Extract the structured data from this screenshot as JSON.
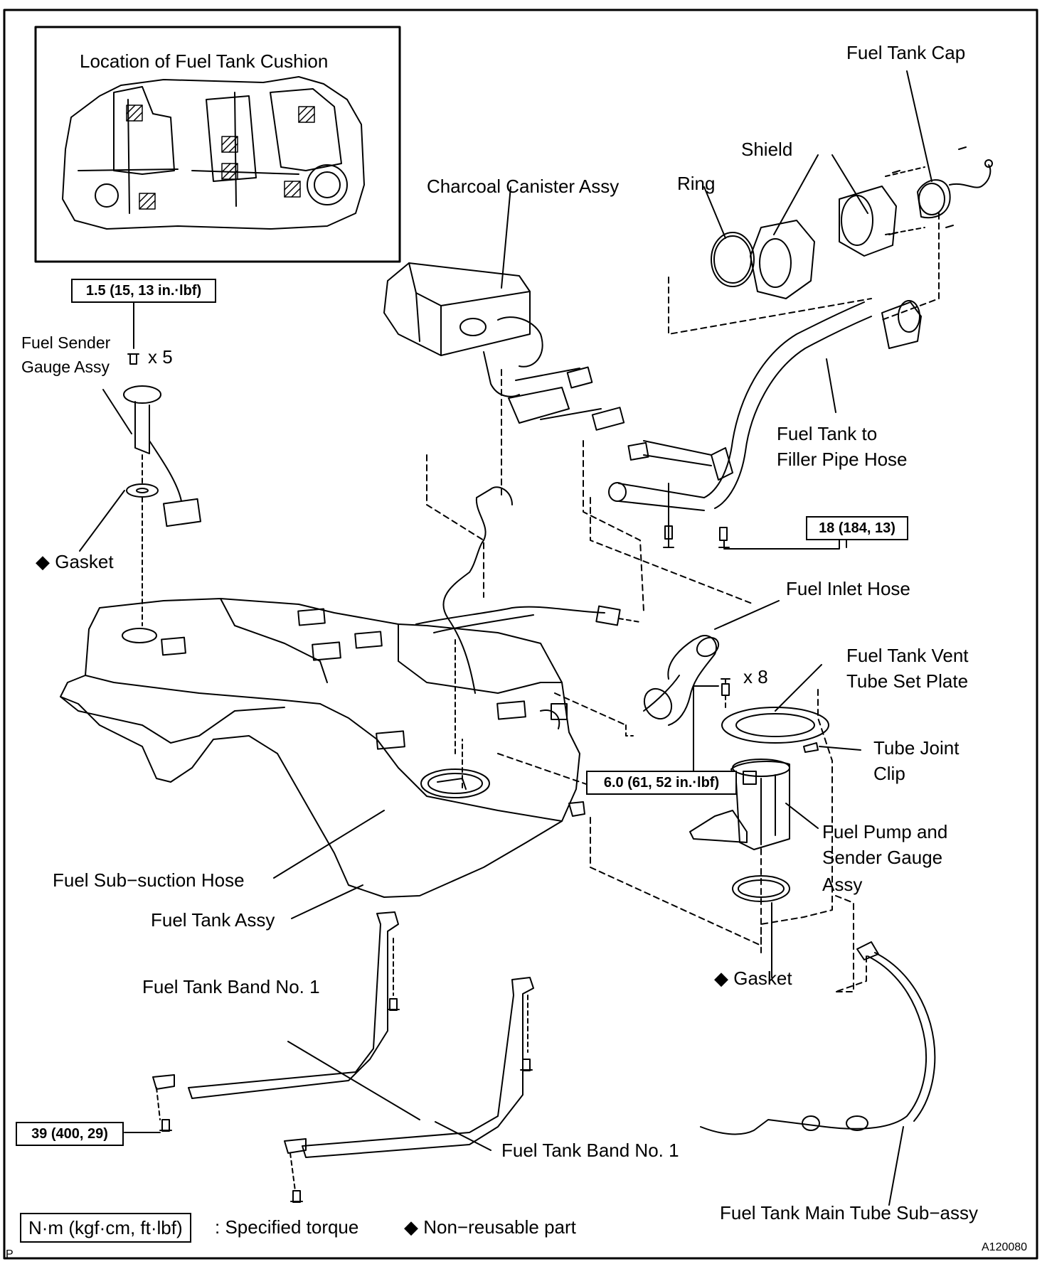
{
  "inset": {
    "title": "Location of Fuel Tank Cushion"
  },
  "labels": {
    "fuel_tank_cap": "Fuel Tank Cap",
    "shield": "Shield",
    "ring": "Ring",
    "charcoal_canister": "Charcoal Canister Assy",
    "fuel_sender_line1": "Fuel Sender",
    "fuel_sender_line2": "Gauge Assy",
    "x5": "x 5",
    "x8": "x 8",
    "gasket_top": "Gasket",
    "gasket_bottom": "Gasket",
    "filler_hose_line1": "Fuel Tank to",
    "filler_hose_line2": "Filler Pipe Hose",
    "fuel_inlet_hose": "Fuel Inlet Hose",
    "vent_plate_line1": "Fuel Tank Vent",
    "vent_plate_line2": "Tube Set Plate",
    "tube_clip_line1": "Tube Joint",
    "tube_clip_line2": "Clip",
    "pump_line1": "Fuel Pump and",
    "pump_line2": "Sender Gauge",
    "pump_line3": "Assy",
    "sub_suction": "Fuel Sub−suction Hose",
    "tank_assy": "Fuel Tank Assy",
    "band1_a": "Fuel Tank Band No. 1",
    "band1_b": "Fuel Tank Band No. 1",
    "main_tube": "Fuel Tank Main Tube Sub−assy"
  },
  "torque": {
    "sender": "1.5 (15, 13 in.·lbf)",
    "filler": "18 (184, 13)",
    "pump": "6.0 (61, 52 in.·lbf)",
    "band": "39 (400, 29)"
  },
  "legend": {
    "unit_box": "N·m (kgf·cm, ft·lbf)",
    "unit_text": ": Specified torque",
    "nonreuse_text": "Non−reusable part",
    "diamond": "◆"
  },
  "footer": {
    "code": "A120080",
    "corner": "P"
  }
}
